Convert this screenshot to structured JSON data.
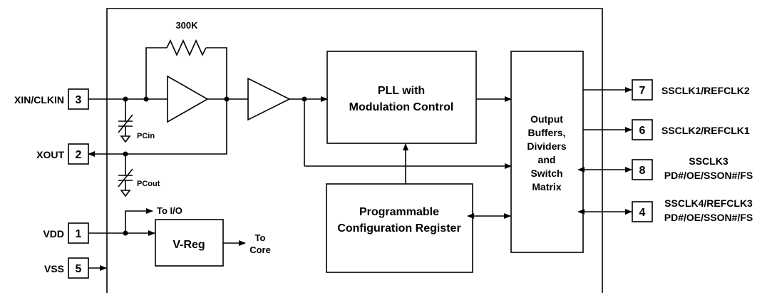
{
  "pins": {
    "xin": {
      "number": "3",
      "name": "XIN/CLKIN"
    },
    "xout": {
      "number": "2",
      "name": "XOUT"
    },
    "vdd": {
      "number": "1",
      "name": "VDD"
    },
    "vss": {
      "number": "5",
      "name": "VSS"
    },
    "p7": {
      "number": "7",
      "name": "SSCLK1/REFCLK2"
    },
    "p6": {
      "number": "6",
      "name": "SSCLK2/REFCLK1"
    },
    "p8": {
      "number": "8",
      "line1": "SSCLK3",
      "line2": "PD#/OE/SSON#/FS"
    },
    "p4": {
      "number": "4",
      "line1": "SSCLK4/REFCLK3",
      "line2": "PD#/OE/SSON#/FS"
    }
  },
  "labels": {
    "resistor": "300K",
    "pcin": "PCin",
    "pcout": "PCout",
    "to_io": "To I/O",
    "to_core_1": "To",
    "to_core_2": "Core"
  },
  "blocks": {
    "pll_line1": "PLL with",
    "pll_line2": "Modulation Control",
    "output_lines": [
      "Output",
      "Buffers,",
      "Dividers",
      "and",
      "Switch",
      "Matrix"
    ],
    "config_line1": "Programmable",
    "config_line2": "Configuration Register",
    "vreg": "V-Reg"
  }
}
